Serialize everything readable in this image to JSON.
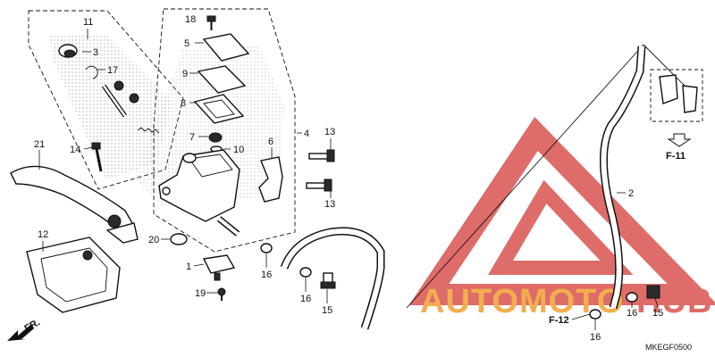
{
  "diagram_code": "MKEGF0500",
  "watermark": {
    "text_a": "AUTOMOTO",
    "text_b": "HUB",
    "color_red": "#d9534f",
    "color_gold": "#f0a030"
  },
  "refs": {
    "f11": "F-11",
    "f12": "F-12",
    "fr": "FR."
  },
  "callouts": {
    "c1": "1",
    "c2": "2",
    "c3": "3",
    "c4": "4",
    "c5": "5",
    "c6": "6",
    "c7": "7",
    "c8": "8",
    "c9": "9",
    "c10": "10",
    "c11": "11",
    "c12": "12",
    "c13a": "13",
    "c13b": "13",
    "c14": "14",
    "c15a": "15",
    "c15b": "15",
    "c16a": "16",
    "c16b": "16",
    "c16c": "16",
    "c16d": "16",
    "c17": "17",
    "c18": "18",
    "c19": "19",
    "c20": "20",
    "c21": "21"
  },
  "colors": {
    "line": "#111111",
    "stipple": "#9a9a9a",
    "background": "#ffffff"
  }
}
